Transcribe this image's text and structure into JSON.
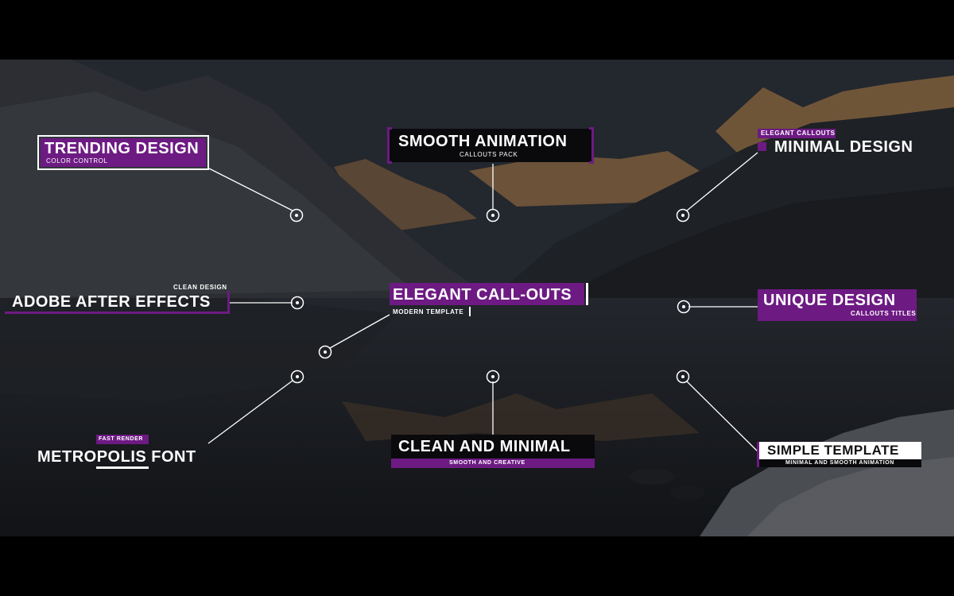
{
  "colors": {
    "accent": "#6d1a83",
    "text": "#ffffff",
    "dark_box": "#0a0a0d"
  },
  "callouts": {
    "trending": {
      "title": "TRENDING DESIGN",
      "subtitle": "COLOR CONTROL"
    },
    "smooth": {
      "title": "SMOOTH ANIMATION",
      "subtitle": "CALLOUTS PACK"
    },
    "minimal": {
      "tag": "ELEGANT CALLOUTS",
      "title": "MINIMAL DESIGN"
    },
    "adobe": {
      "subtitle": "CLEAN DESIGN",
      "title": "ADOBE AFTER EFFECTS"
    },
    "elegant": {
      "title": "ELEGANT CALL-OUTS",
      "subtitle": "MODERN TEMPLATE"
    },
    "unique": {
      "title": "UNIQUE DESIGN",
      "subtitle": "CALLOUTS TITLES"
    },
    "metropolis": {
      "tag": "FAST RENDER",
      "title": "METROPOLIS FONT"
    },
    "clean": {
      "title": "CLEAN AND MINIMAL",
      "subtitle": "SMOOTH AND CREATIVE"
    },
    "simple": {
      "title": "SIMPLE TEMPLATE",
      "subtitle": "MINIMAL AND SMOOTH ANIMATION"
    }
  },
  "icons": {
    "pointer": "target-circle-icon"
  }
}
